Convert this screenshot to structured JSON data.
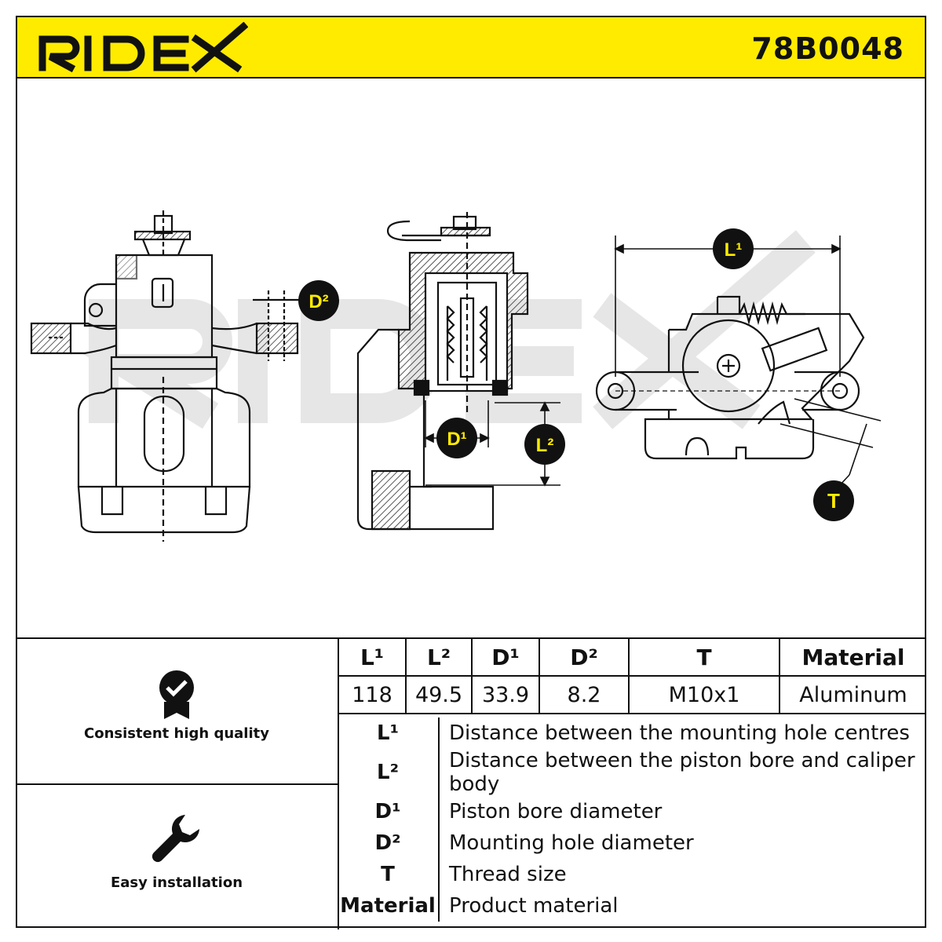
{
  "header": {
    "brand": "RIDEX",
    "part_number": "78B0048",
    "colors": {
      "band": "#ffeb00",
      "ink": "#111111"
    }
  },
  "drawing": {
    "badges": {
      "d2": "D²",
      "d1": "D¹",
      "l2": "L²",
      "l1": "L¹",
      "t": "T"
    }
  },
  "features": [
    {
      "icon": "quality-badge-icon",
      "label": "Consistent high quality"
    },
    {
      "icon": "wrench-icon",
      "label": "Easy installation"
    }
  ],
  "specs": {
    "headers": [
      "L¹",
      "L²",
      "D¹",
      "D²",
      "T",
      "Material"
    ],
    "values": [
      "118",
      "49.5",
      "33.9",
      "8.2",
      "M10x1",
      "Aluminum"
    ]
  },
  "legend": [
    {
      "symbol": "L¹",
      "description": "Distance between the mounting hole centres"
    },
    {
      "symbol": "L²",
      "description": "Distance between the piston bore and caliper body"
    },
    {
      "symbol": "D¹",
      "description": "Piston bore diameter"
    },
    {
      "symbol": "D²",
      "description": "Mounting hole diameter"
    },
    {
      "symbol": "T",
      "description": "Thread size"
    },
    {
      "symbol": "Material",
      "description": "Product material"
    }
  ]
}
